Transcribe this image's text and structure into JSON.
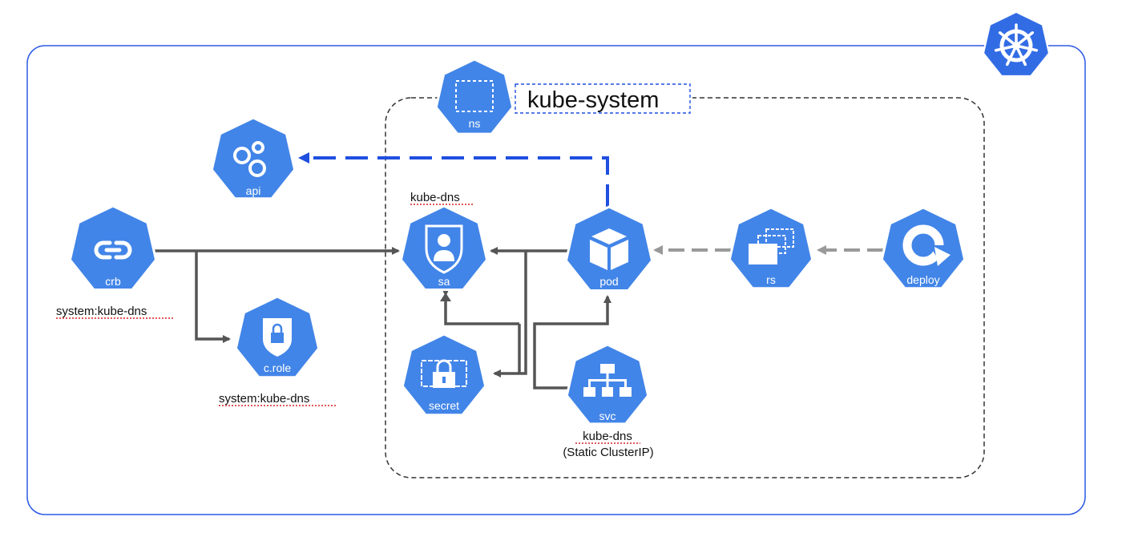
{
  "namespace_title": "kube-system",
  "colors": {
    "k8s_blue": "#326ce5",
    "node_fill": "#4285e8",
    "solid_edge": "#555555",
    "dashed_grey": "#999999",
    "api_edge": "#1f4fe0",
    "frame": "#2d5be3",
    "spellcheck": "#d62020"
  },
  "nodes": {
    "ns": {
      "label": "ns",
      "icon": "dashed-square-icon"
    },
    "api": {
      "label": "api",
      "icon": "gears-icon"
    },
    "crb": {
      "label": "crb",
      "icon": "link-icon"
    },
    "crole": {
      "label": "c.role",
      "icon": "lock-icon"
    },
    "sa": {
      "label": "sa",
      "icon": "user-shield-icon"
    },
    "pod": {
      "label": "pod",
      "icon": "cube-icon"
    },
    "rs": {
      "label": "rs",
      "icon": "stacked-windows-icon"
    },
    "deploy": {
      "label": "deploy",
      "icon": "refresh-icon"
    },
    "secret": {
      "label": "secret",
      "icon": "padlock-screen-icon"
    },
    "svc": {
      "label": "svc",
      "icon": "hierarchy-icon"
    }
  },
  "captions": {
    "sa": "kube-dns",
    "crb": "system:kube-dns",
    "crole": "system:kube-dns",
    "svc_line1": "kube-dns",
    "svc_line2": "(Static ClusterIP)"
  },
  "logo": {
    "icon": "kubernetes-helm-icon"
  }
}
